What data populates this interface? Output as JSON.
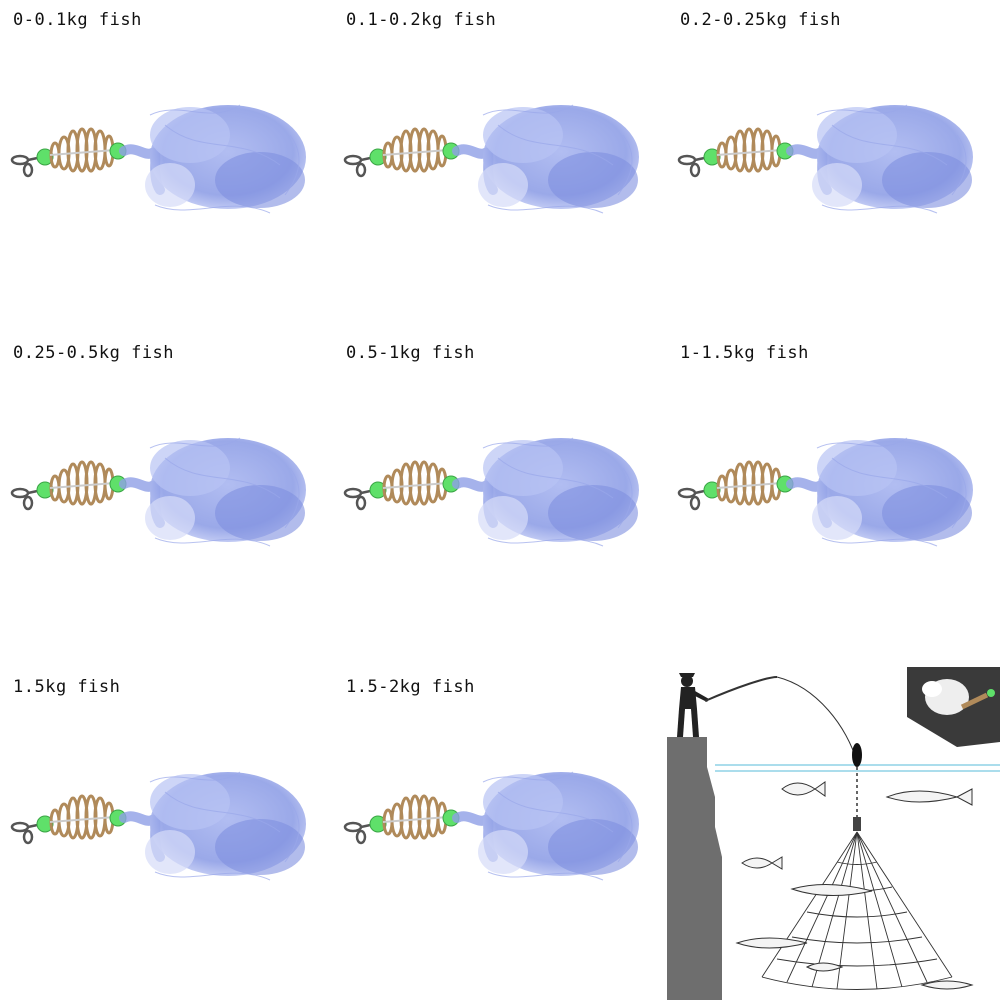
{
  "colors": {
    "net_fill": "#8f9fe6",
    "net_shadow": "#6f80d6",
    "spring": "#b08a5a",
    "bead": "#5fe06a",
    "swivel": "#555555",
    "pier": "#6e6e6e",
    "water_line": "#8fd2e6"
  },
  "products": [
    {
      "label": "0-0.1kg fish"
    },
    {
      "label": "0.1-0.2kg fish"
    },
    {
      "label": "0.2-0.25kg fish"
    },
    {
      "label": "0.25-0.5kg fish"
    },
    {
      "label": "0.5-1kg fish"
    },
    {
      "label": "1-1.5kg fish"
    },
    {
      "label": "1.5kg fish"
    },
    {
      "label": "1.5-2kg fish"
    }
  ],
  "scene": {
    "icons": [
      "fisherman-icon",
      "pier-icon",
      "float-icon",
      "fishing-net-icon",
      "fish-icon",
      "inset-photo-icon"
    ]
  }
}
